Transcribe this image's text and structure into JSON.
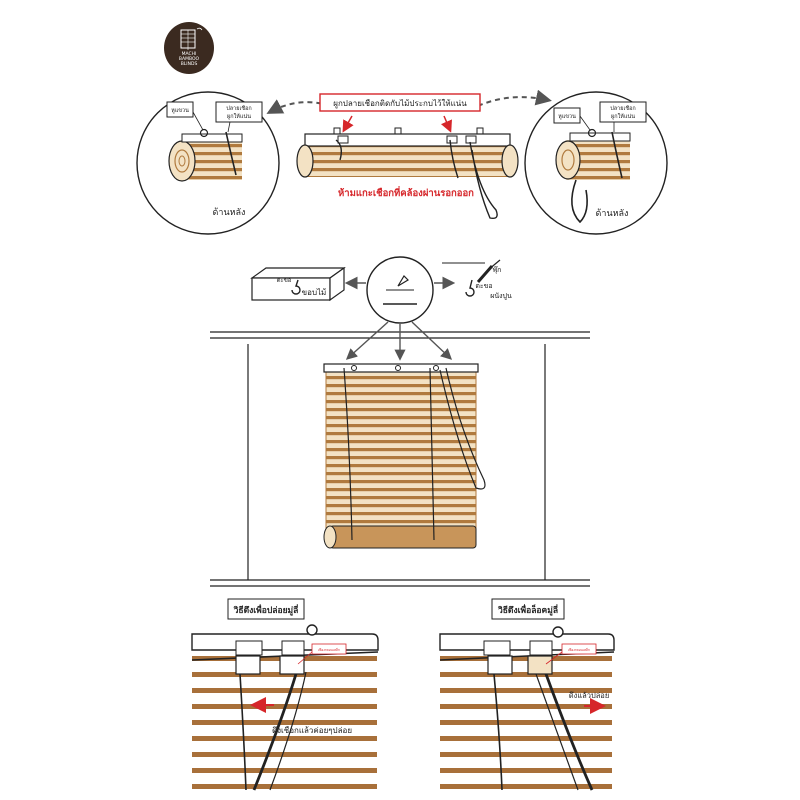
{
  "logo": {
    "line1": "MACHI",
    "line2": "BAMBOO",
    "line3": "BLINDS"
  },
  "top_section": {
    "instruction_banner": "ผูกปลายเชือกติดกับไม้ประกบไว้ให้แน่น",
    "warning_text": "ห้ามแกะเชือกที่คล้องผ่านรอกออก",
    "left_detail": {
      "label_pulley": "หูแขวน",
      "label_rope_end_1": "ปลายเชือก",
      "label_rope_end_2": "ผูกให้แน่น",
      "caption": "ด้านหลัง"
    },
    "right_detail": {
      "label_pulley": "หูแขวน",
      "label_rope_end_1": "ปลายเชือก",
      "label_rope_end_2": "ผูกให้แน่น",
      "caption": "ด้านหลัง"
    }
  },
  "middle_section": {
    "wood_hook_label": "ตะขอ",
    "wood_frame_label": "ขอบไม้",
    "screw_label": "พุ๊ก",
    "wall_hook_label": "ตะขอ",
    "wall_label": "ผนังปูน"
  },
  "bottom_section": {
    "release_title": "วิธีดึงเพื่อปล่อยมู่ลี่",
    "release_small_label": "เฟืองกลอนเหล็ก",
    "release_instruction": "ดึงเชือกแล้วค่อยๆปล่อย",
    "lock_title": "วิธีดึงเพื่อล็อคมู่ลี่",
    "lock_small_label": "เฟืองกลอนเหล็ก",
    "lock_instruction": "ดึงแล้วปล่อย"
  },
  "colors": {
    "bamboo_slat": "#b07a3e",
    "bamboo_light": "#f3e2c4",
    "logo_bg": "#3b2a20",
    "highlight_red": "#d6262a",
    "outline": "#222222"
  }
}
